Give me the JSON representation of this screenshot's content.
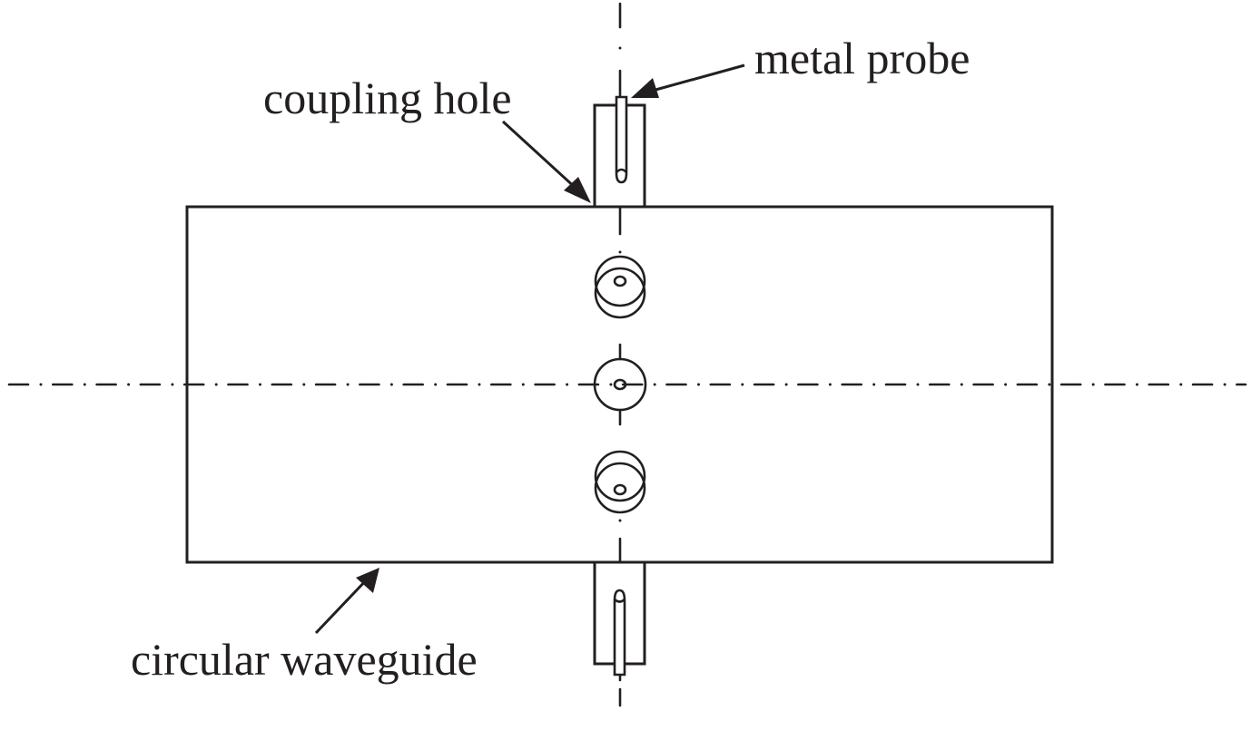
{
  "diagram": {
    "type": "schematic",
    "subject": "circular waveguide with coupling holes and metal probes",
    "labels": {
      "metal_probe": "metal probe",
      "coupling_hole": "coupling hole",
      "circular_waveguide": "circular waveguide"
    },
    "components": [
      {
        "id": "circular-waveguide",
        "label": "circular waveguide",
        "shape": "rectangle (side view)"
      },
      {
        "id": "coupling-port-top",
        "label": "coupling hole",
        "shape": "rectangular port"
      },
      {
        "id": "coupling-port-bottom",
        "shape": "rectangular port"
      },
      {
        "id": "metal-probe-top",
        "label": "metal probe",
        "shape": "rod"
      },
      {
        "id": "metal-probe-bottom",
        "shape": "rod"
      },
      {
        "id": "coupling-hole-upper",
        "shape": "tilted circular aperture"
      },
      {
        "id": "coupling-hole-center",
        "shape": "circular aperture"
      },
      {
        "id": "coupling-hole-lower",
        "shape": "tilted circular aperture"
      }
    ],
    "axes": [
      "horizontal centerline (dash-dot)",
      "vertical centerline (dash-dot)"
    ],
    "colors": {
      "line": "#231f20",
      "background": "#ffffff"
    }
  }
}
